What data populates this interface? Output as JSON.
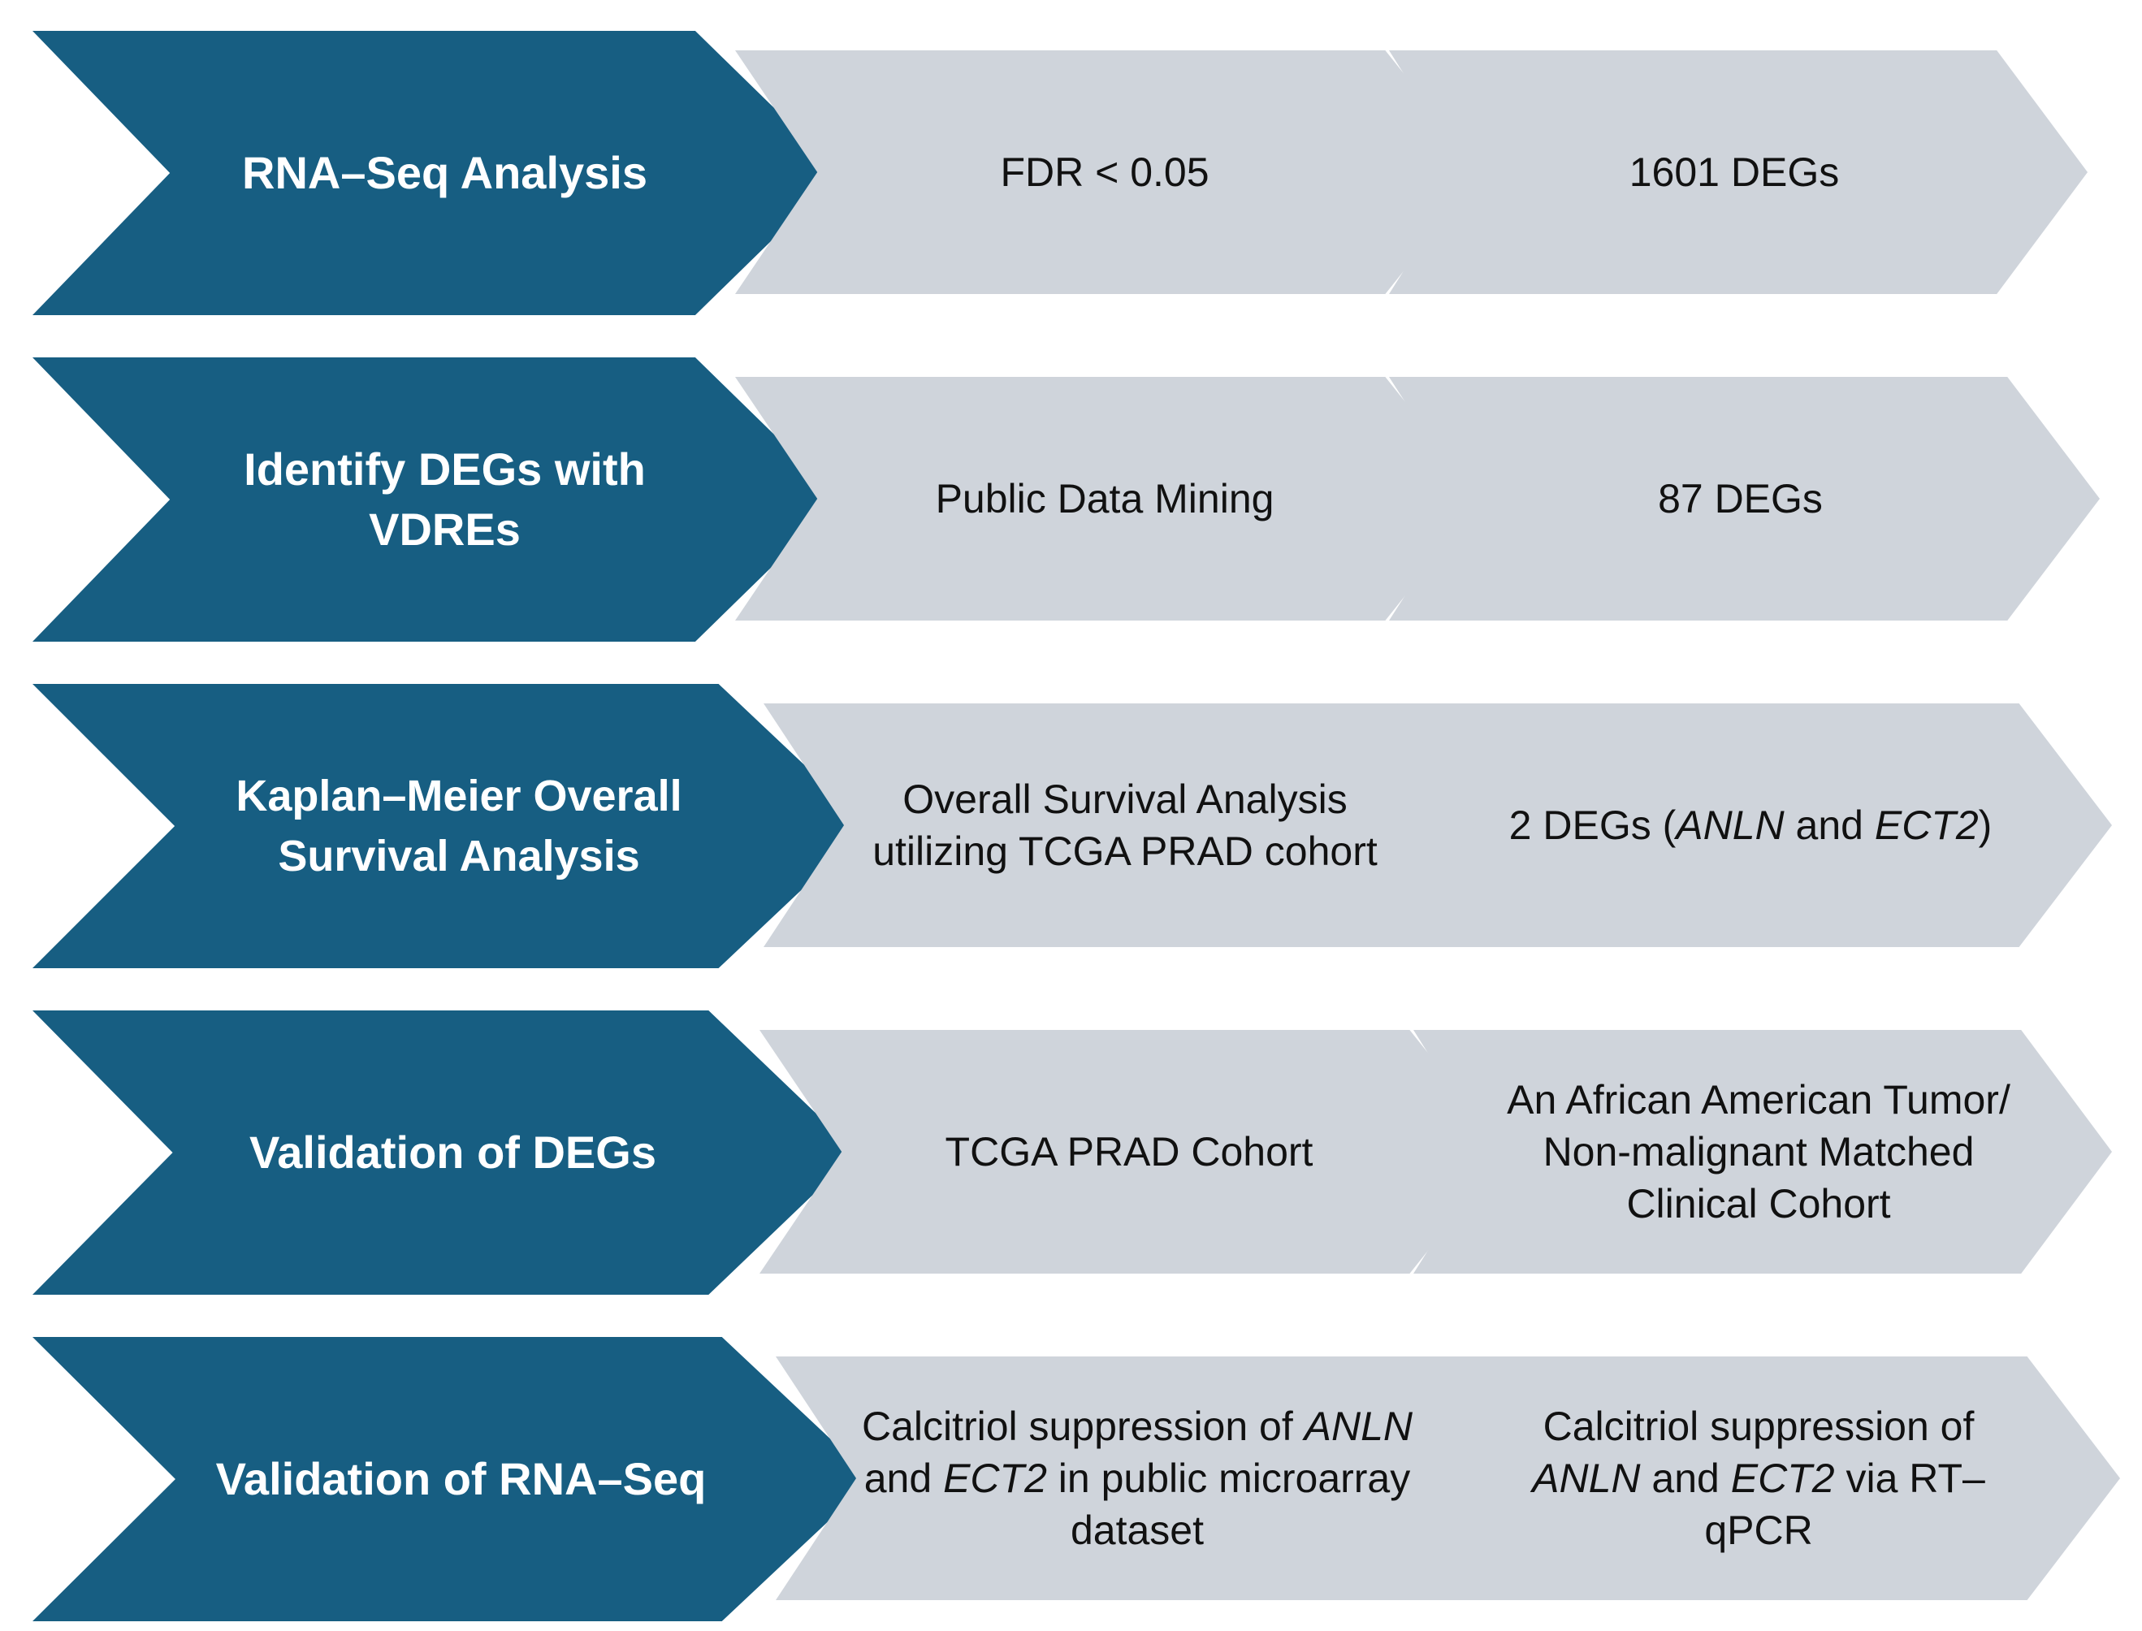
{
  "rows": [
    {
      "step": "RNA–Seq Analysis",
      "detail1": "FDR < 0.05",
      "detail2": "1601 DEGs"
    },
    {
      "step": "Identify DEGs with VDREs",
      "detail1": "Public Data Mining",
      "detail2": "87 DEGs"
    },
    {
      "step": "Kaplan–Meier Overall Survival Analysis",
      "detail1": "Overall Survival Analysis utilizing TCGA PRAD cohort",
      "detail2_parts": [
        "2 DEGs (",
        "ANLN",
        " and ",
        "ECT2",
        ")"
      ]
    },
    {
      "step": "Validation of DEGs",
      "detail1": "TCGA PRAD Cohort",
      "detail2": "An African American Tumor/ Non-malignant Matched Clinical Cohort"
    },
    {
      "step": "Validation of RNA–Seq",
      "detail1_parts": [
        "Calcitriol suppression of ",
        "ANLN",
        " and ",
        "ECT2",
        " in public microarray dataset"
      ],
      "detail2_parts": [
        "Calcitriol suppression of ",
        "ANLN",
        " and ",
        "ECT2",
        " via RT–qPCR"
      ]
    }
  ],
  "colors": {
    "step_fill": "#175e82",
    "step_text": "#ffffff",
    "detail_fill": "#cfd4db",
    "detail_text": "#111111"
  }
}
